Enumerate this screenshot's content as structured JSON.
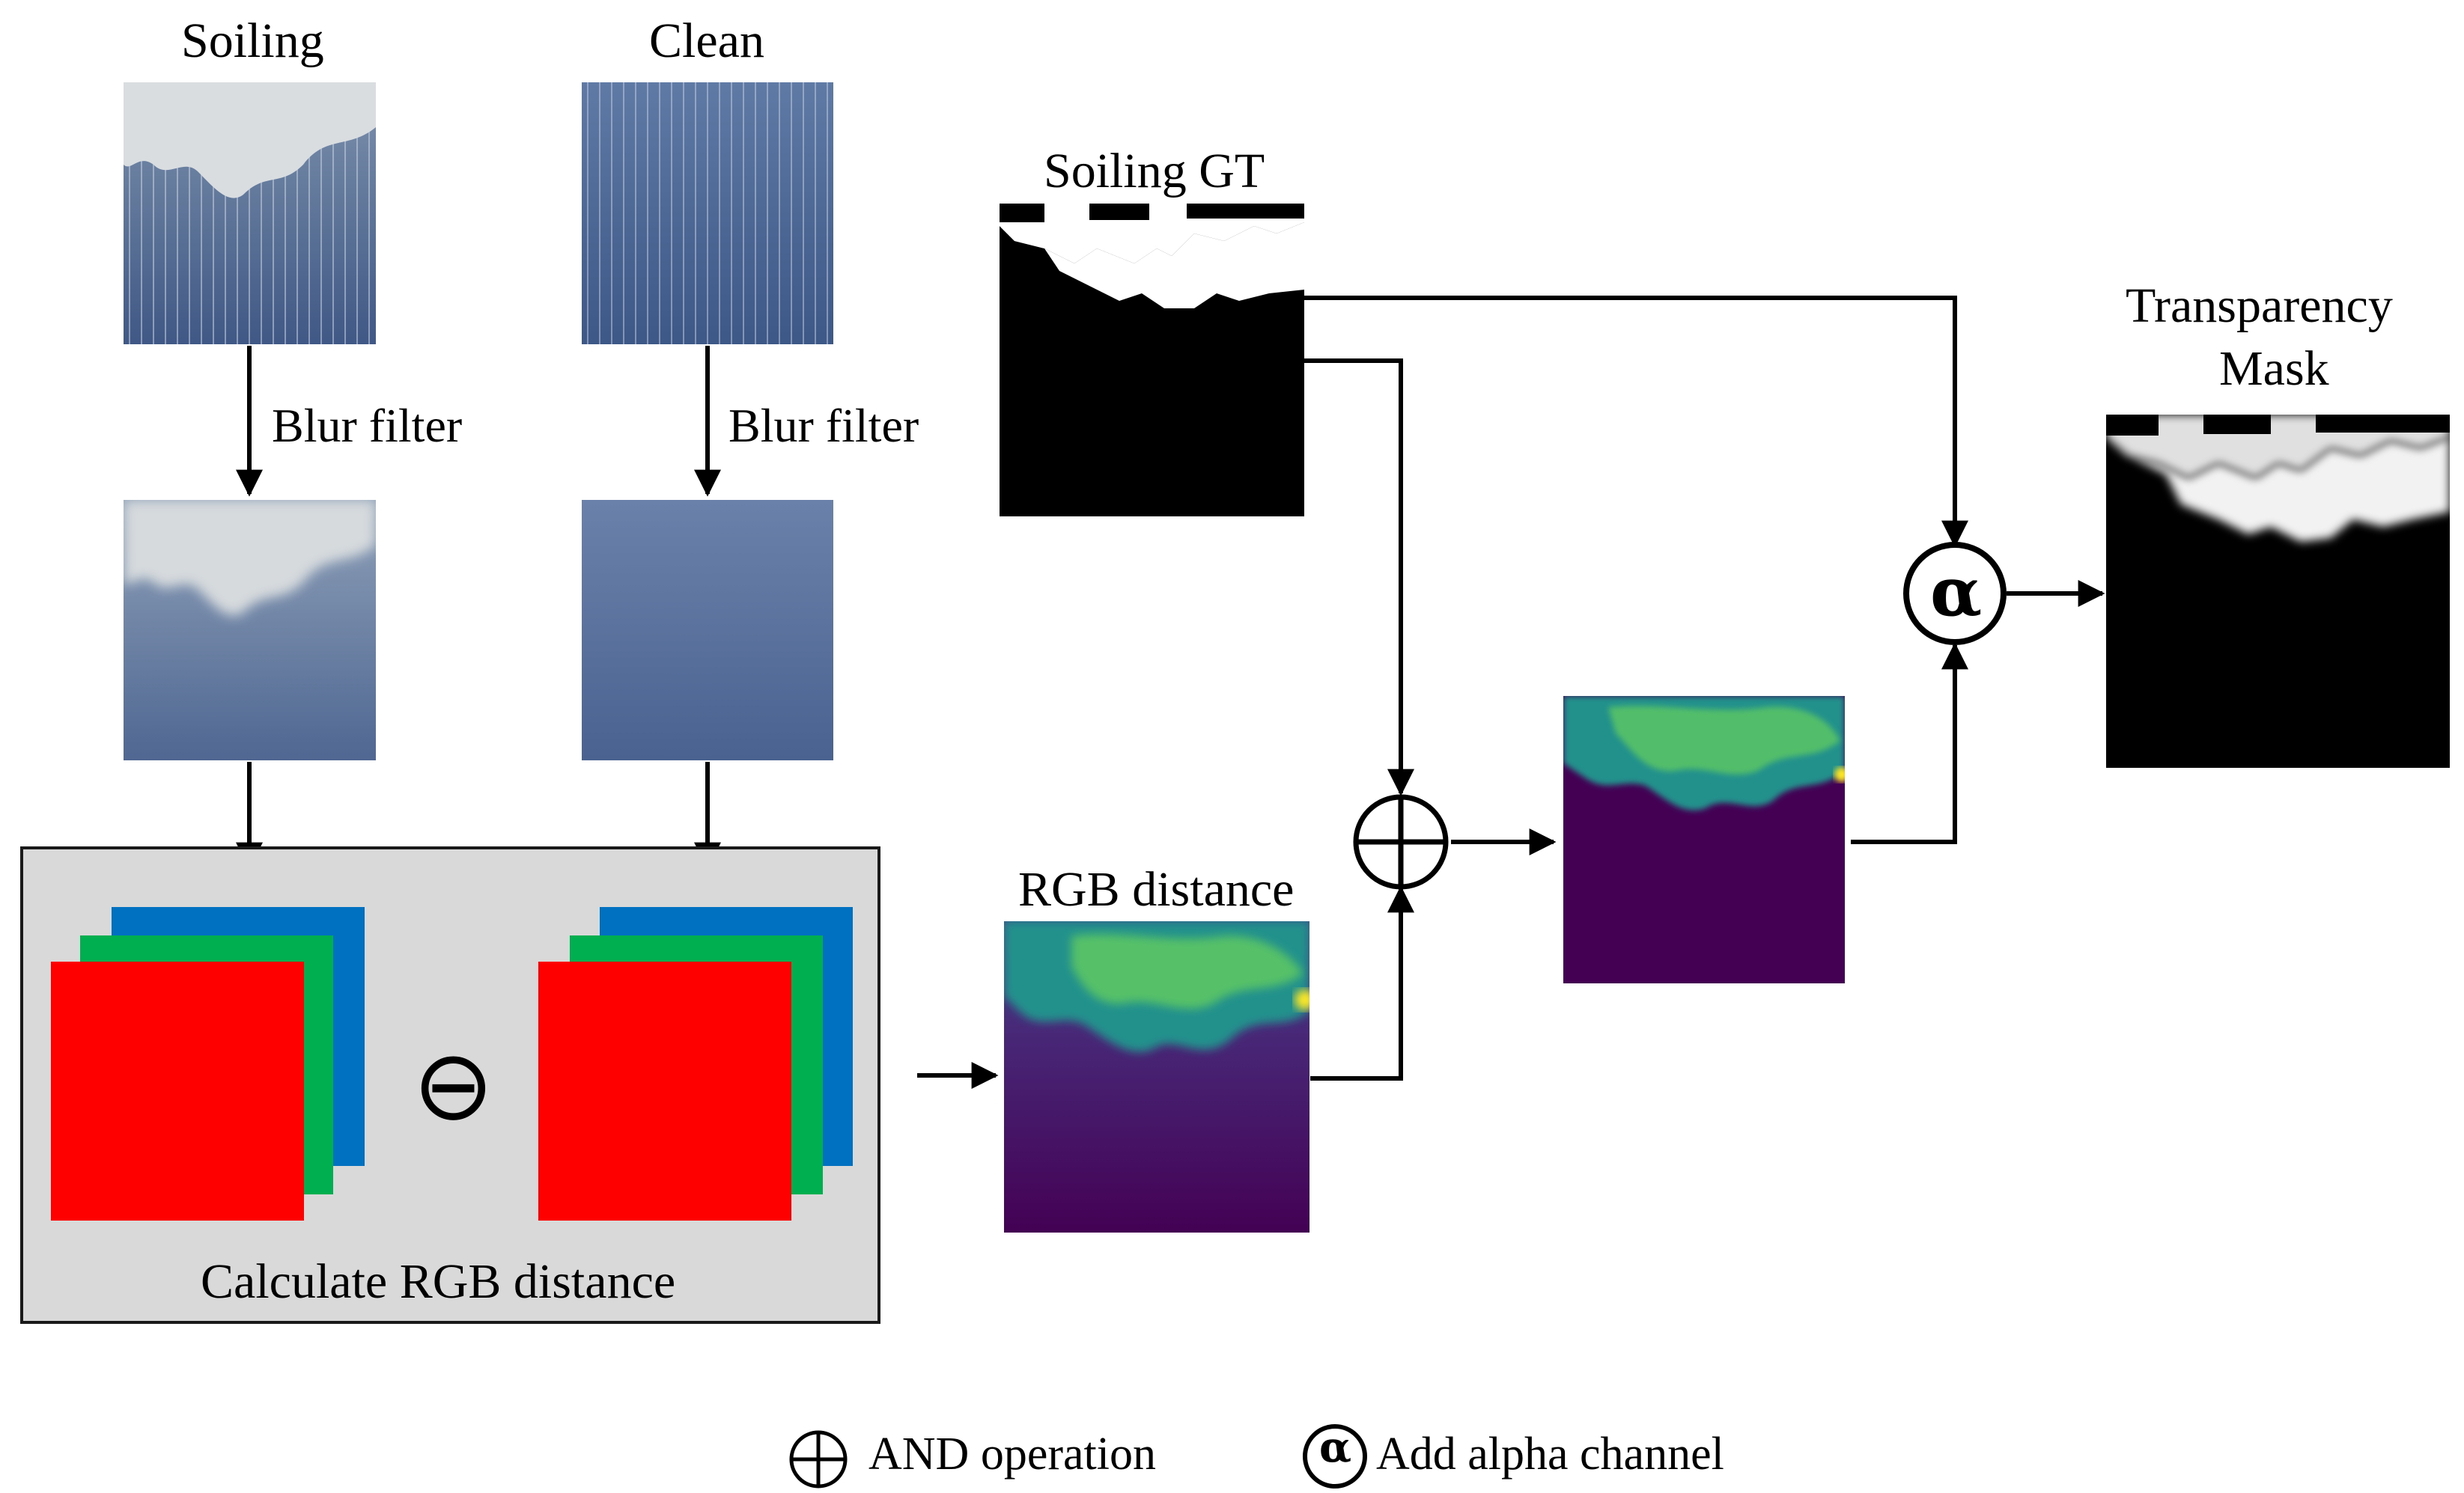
{
  "labels": {
    "soiling": "Soiling",
    "clean": "Clean",
    "blur_left": "Blur filter",
    "blur_right": "Blur filter",
    "soiling_gt": "Soiling GT",
    "transparency_mask": [
      "Transparency",
      "Mask"
    ],
    "rgb_distance": "RGB distance",
    "calc_rgb": "Calculate RGB distance"
  },
  "operators": {
    "minus_symbol": "⊖",
    "alpha_symbol": "α"
  },
  "legend": {
    "and_text": "AND operation",
    "alpha_text": "Add alpha channel"
  },
  "colors": {
    "panel_bg": "#d9d9d9",
    "red": "#ff0000",
    "green": "#00b050",
    "blue": "#0070c0",
    "viridis_dark": "#440154",
    "viridis_teal": "#21918c",
    "viridis_green": "#5ec962",
    "viridis_yellow": "#fde725"
  }
}
